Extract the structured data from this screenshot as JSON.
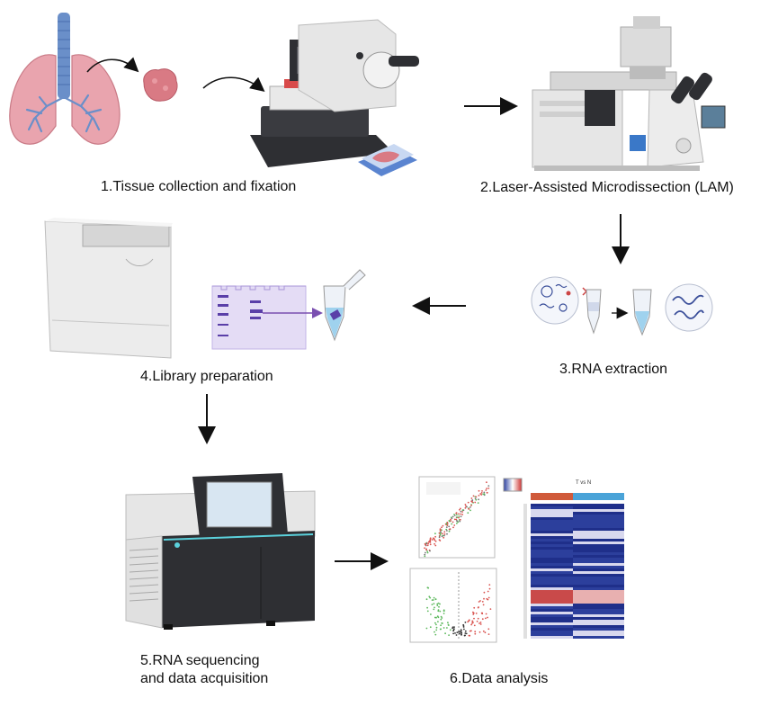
{
  "steps": [
    {
      "id": 1,
      "label": "1.Tissue collection and fixation"
    },
    {
      "id": 2,
      "label": "2.Laser-Assisted Microdissection (LAM)"
    },
    {
      "id": 3,
      "label": "3.RNA extraction"
    },
    {
      "id": 4,
      "label": "4.Library preparation"
    },
    {
      "id": 5,
      "label_line1": "5.RNA sequencing",
      "label_line2": "and data acquisition"
    },
    {
      "id": 6,
      "label": "6.Data analysis"
    }
  ],
  "heatmap_title": "T vs N",
  "colors": {
    "lung": "#e9a4ae",
    "airway": "#6a8fc9",
    "tissue": "#d97a84",
    "device_light": "#ececec",
    "device_dark": "#2e2f33",
    "arrow": "#111111",
    "heatmap_blue": "#1f2f8a",
    "heatmap_red": "#c94a4a",
    "gel": "#e4dcf5",
    "gel_band": "#5a3fa8"
  },
  "icons": [
    "lung-icon",
    "tissue-sample-icon",
    "microtome-icon",
    "microscope-icon",
    "rna-tube-icon",
    "library-instrument-icon",
    "gel-icon",
    "sequencer-icon",
    "scatter-plot-icon",
    "volcano-plot-icon",
    "heatmap-icon"
  ]
}
